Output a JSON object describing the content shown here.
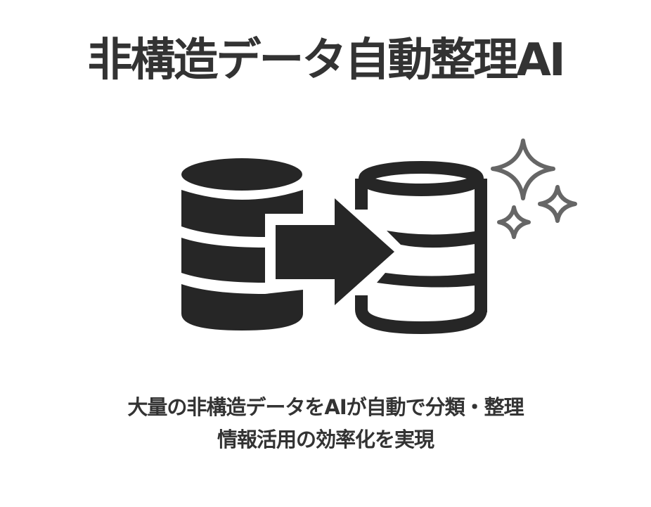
{
  "title": "非構造データ自動整理AI",
  "caption": {
    "line1": "大量の非構造データをAIが自動で分類・整理",
    "line2": "情報活用の効率化を実現"
  },
  "illustration": {
    "source_database": {
      "icon": "database-icon",
      "style": "filled"
    },
    "arrow": {
      "icon": "arrow-right-icon",
      "direction": "right"
    },
    "target_database": {
      "icon": "database-outline-icon",
      "style": "outline"
    },
    "sparkles": {
      "icon": "sparkles-icon",
      "count": 3
    }
  },
  "colors": {
    "text": "#333333",
    "icon_dark": "#262626",
    "sparkle": "#666666",
    "background": "#ffffff"
  }
}
